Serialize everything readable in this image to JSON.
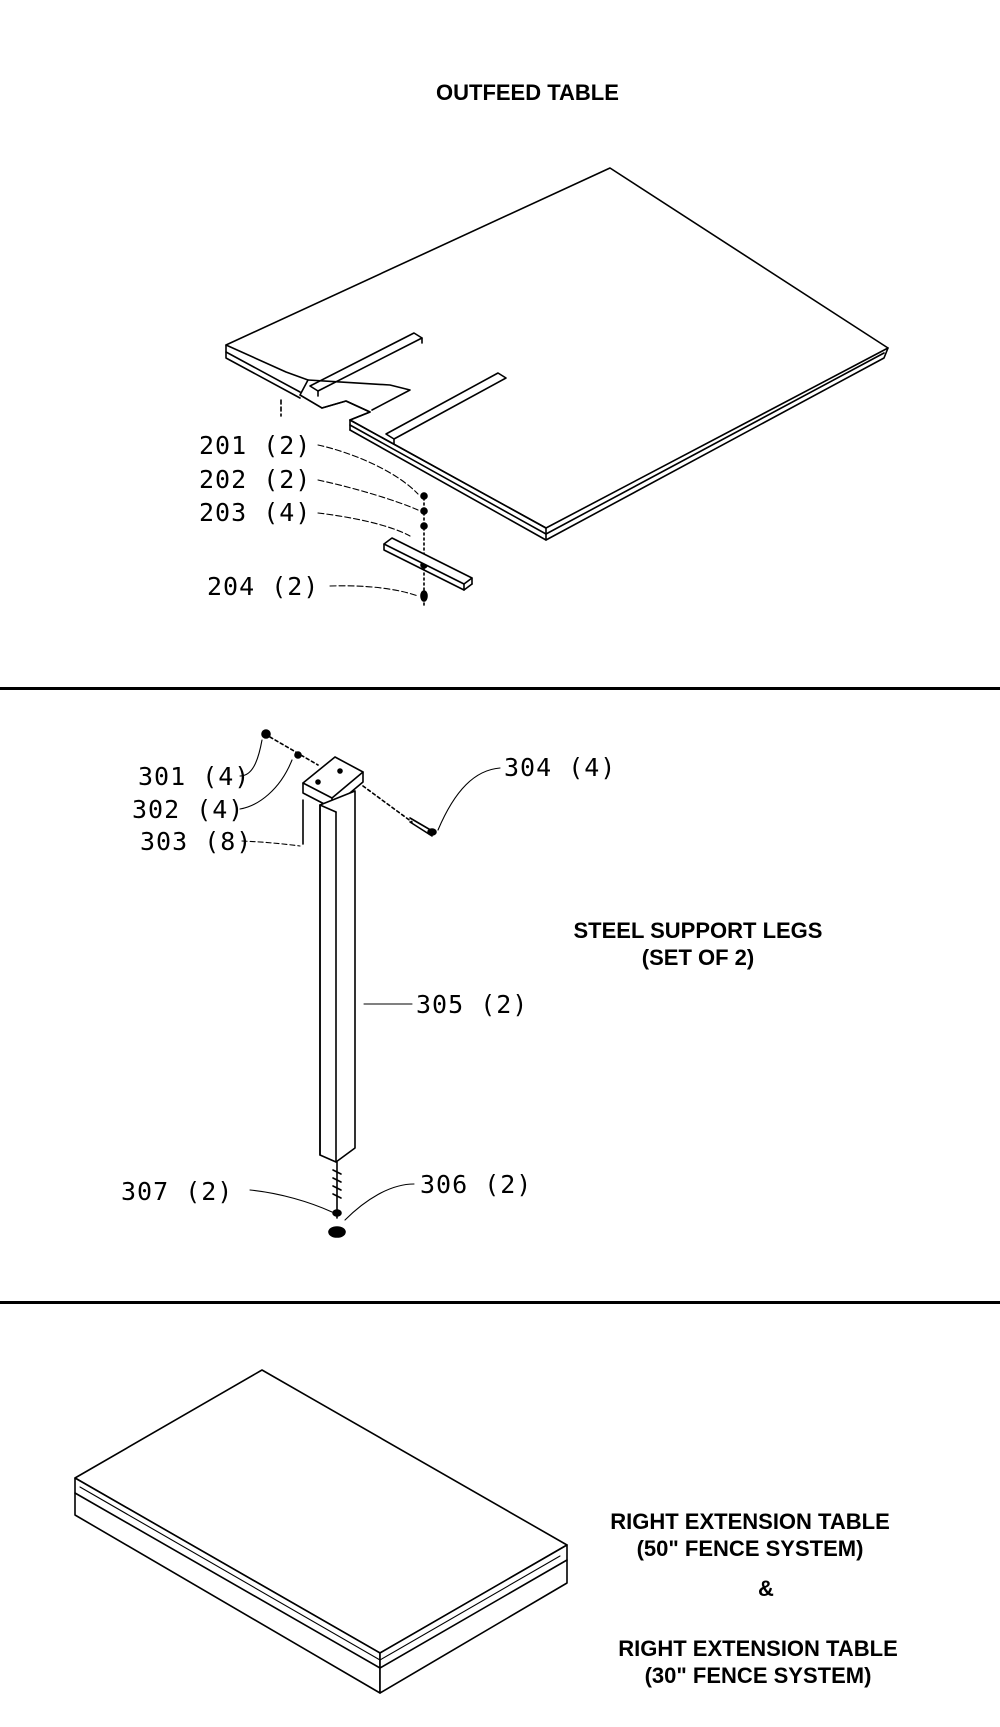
{
  "sections": {
    "outfeed": {
      "title": "OUTFEED TABLE",
      "callouts": {
        "p201": "201 (2)",
        "p202": "202 (2)",
        "p203": "203 (4)",
        "p204": "204 (2)"
      }
    },
    "legs": {
      "title_line1": "STEEL SUPPORT LEGS",
      "title_line2": "(SET OF 2)",
      "callouts": {
        "p301": "301 (4)",
        "p302": "302 (4)",
        "p303": "303 (8)",
        "p304": "304 (4)",
        "p305": "305 (2)",
        "p306": "306 (2)",
        "p307": "307 (2)"
      }
    },
    "extension": {
      "title1_line1": "RIGHT EXTENSION TABLE",
      "title1_line2": "(50\" FENCE SYSTEM)",
      "ampersand": "&",
      "title2_line1": "RIGHT EXTENSION TABLE",
      "title2_line2": "(30\" FENCE SYSTEM)"
    }
  }
}
